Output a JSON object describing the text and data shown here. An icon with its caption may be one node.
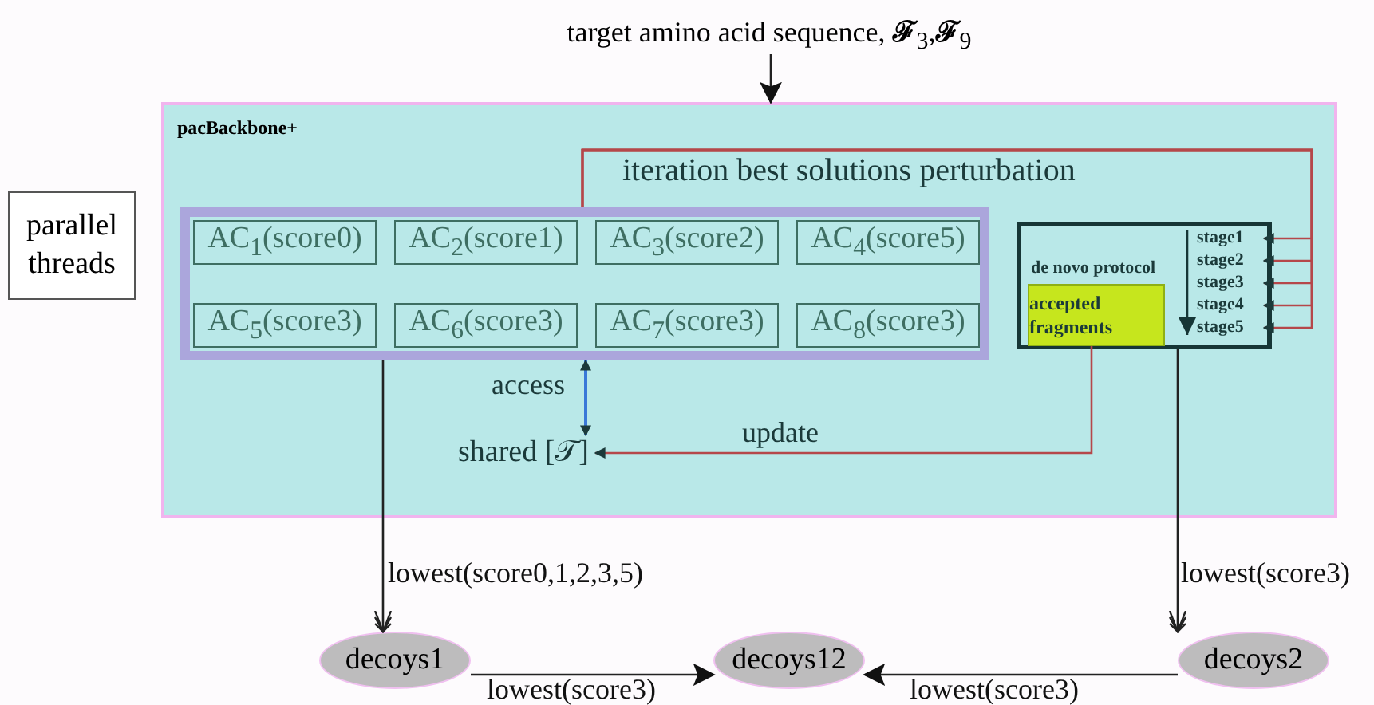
{
  "diagram": {
    "nodes": [
      {
        "text": [
          "pacBackbone+"
        ]
      },
      {
        "text": [],
        "shape": "box",
        "in": 0
      },
      {
        "text": [
          "AC$_{1}$(score0)"
        ],
        "in": 1
      },
      {
        "text": [
          "AC$_{2}$(score1)"
        ],
        "in": 1
      },
      {
        "text": [
          "AC$_{3}$(score2)"
        ],
        "in": 1
      },
      {
        "text": [
          "AC$_{4}$(score5)"
        ],
        "in": 1
      },
      {
        "text": [
          "AC$_{5}$(score3)"
        ],
        "in": 1
      },
      {
        "text": [
          "AC$_{6}$(score3)"
        ],
        "in": 1
      },
      {
        "text": [
          "AC$_{7}$(score3)"
        ],
        "in": 1
      },
      {
        "text": [
          "AC$_{8}$(score3)"
        ],
        "in": 1
      },
      {
        "text": [
          "de novo protocol"
        ],
        "in": 0
      },
      {
        "text": [
          "accepted fragments"
        ],
        "in": 10
      },
      {
        "text": [
          "stage1"
        ],
        "in": 10
      },
      {
        "text": [
          "stage2"
        ],
        "in": 10
      },
      {
        "text": [
          "stage3"
        ],
        "in": 10
      },
      {
        "text": [
          "stage4"
        ],
        "in": 10
      },
      {
        "text": [
          "stage5"
        ],
        "in": 10
      },
      {
        "text": [
          "shared [𝒯]"
        ],
        "in": 0
      },
      {
        "text": [
          "parallel threads"
        ]
      },
      {
        "text": [
          "target amino acid sequence, **ℱ**$_{3}$,**ℱ**$_{9}$"
        ]
      },
      {
        "text": [
          "decoys1"
        ]
      },
      {
        "text": [
          "decoys12"
        ]
      },
      {
        "text": [
          "decoys2"
        ]
      }
    ],
    "edges": [
      {
        "from": 19,
        "to": 0,
        "arrow": "to",
        "color": "#222222"
      },
      {
        "from": 1,
        "to": 12,
        "arrow": "to",
        "label": "iteration best solutions perturbation",
        "color": "#b5474a"
      },
      {
        "from": 1,
        "to": 13,
        "arrow": "to",
        "color": "#b5474a"
      },
      {
        "from": 1,
        "to": 14,
        "arrow": "to",
        "color": "#b5474a"
      },
      {
        "from": 1,
        "to": 15,
        "arrow": "to",
        "color": "#b5474a"
      },
      {
        "from": 1,
        "to": 16,
        "arrow": "to",
        "color": "#b5474a"
      },
      {
        "from": 1,
        "to": 17,
        "arrow": "both",
        "label": "access",
        "color": "#3a78d8"
      },
      {
        "from": 11,
        "to": 17,
        "arrow": "to",
        "label": "update",
        "color": "#b5474a"
      },
      {
        "from": 1,
        "to": 20,
        "arrow": "to",
        "label": "lowest(score0,1,2,3,5)",
        "color": "#222222"
      },
      {
        "from": 10,
        "to": 22,
        "arrow": "to",
        "label": "lowest(score3)",
        "color": "#222222"
      },
      {
        "from": 20,
        "to": 21,
        "arrow": "to",
        "label": "lowest(score3)",
        "color": "#222222"
      },
      {
        "from": 22,
        "to": 21,
        "arrow": "to",
        "label": "lowest(score3)",
        "color": "#222222"
      },
      {
        "from": 12,
        "to": 16,
        "arrow": "to",
        "color": "#163636"
      }
    ]
  }
}
